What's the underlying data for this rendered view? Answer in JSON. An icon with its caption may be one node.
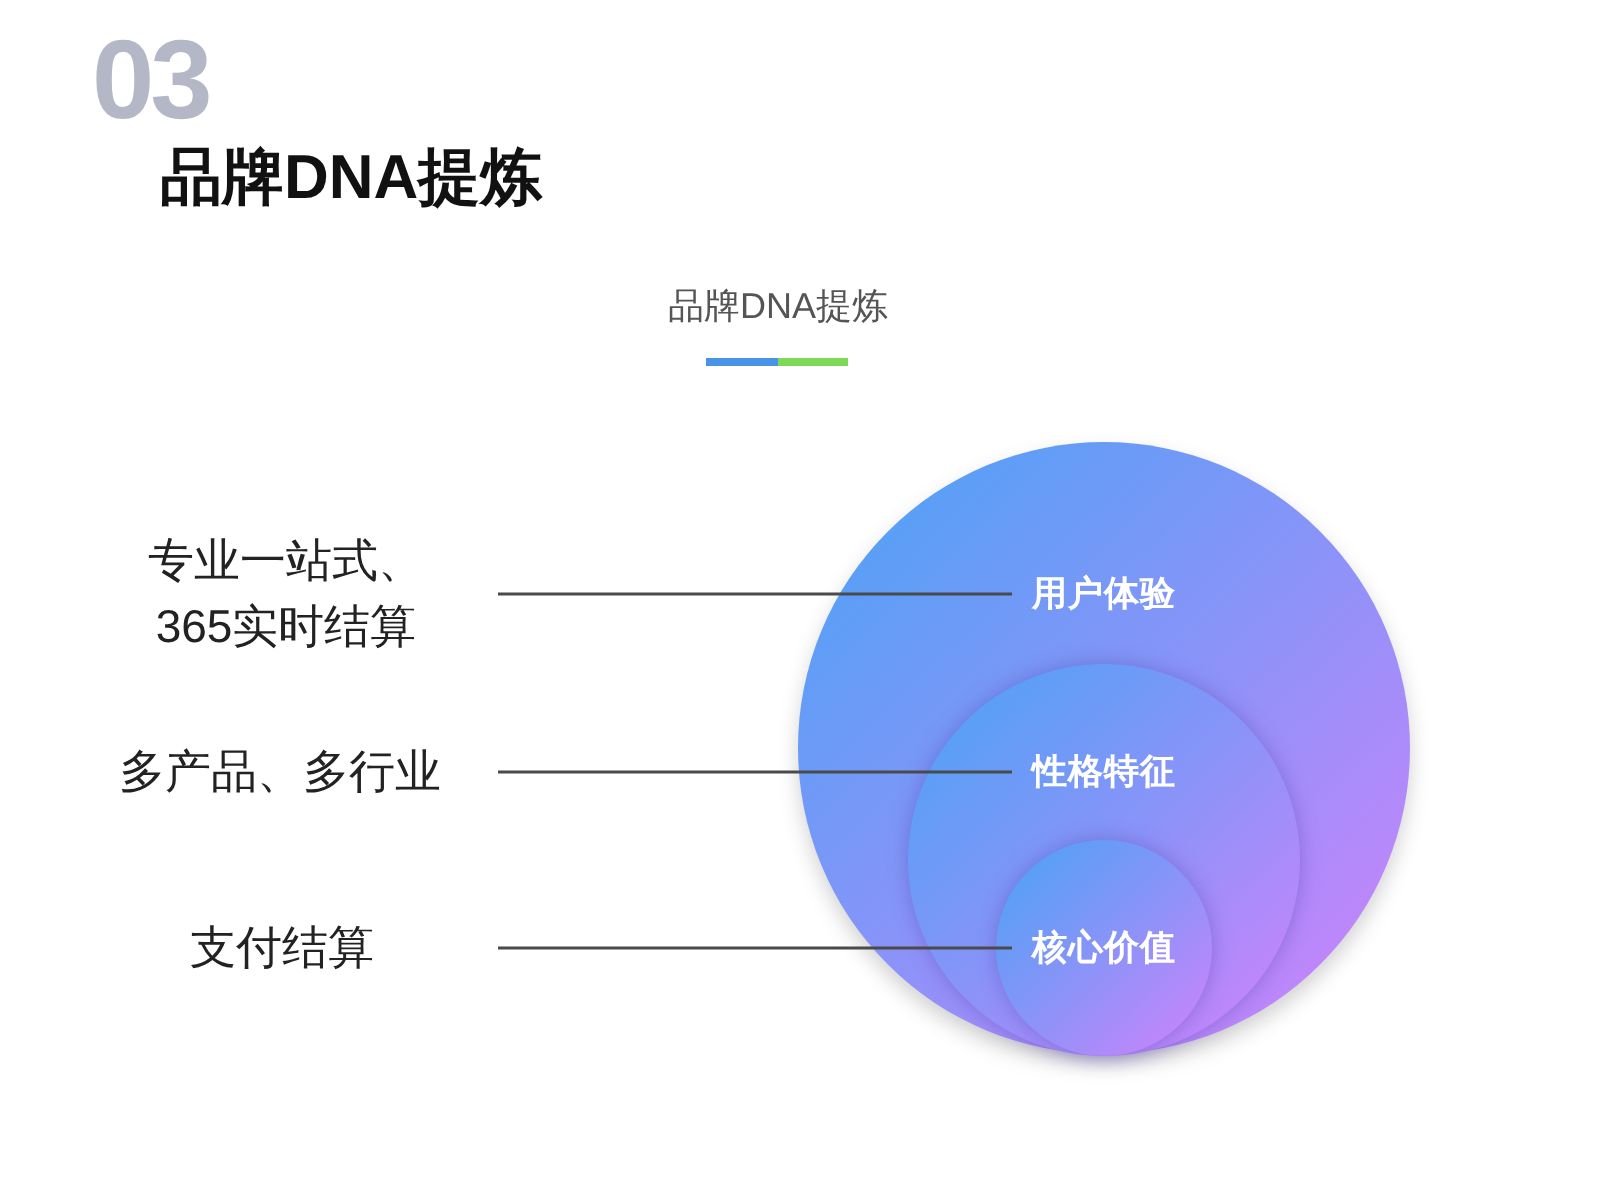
{
  "diagram": {
    "title": "品牌DNA提炼",
    "nodes": [
      {
        "text": [
          "用户体验"
        ]
      },
      {
        "text": [
          "性格特征"
        ],
        "in": 0
      },
      {
        "text": [
          "核心价值"
        ],
        "in": 1
      },
      {
        "text": [
          "专业一站式、365实时结算"
        ]
      },
      {
        "text": [
          "多产品、多行业"
        ]
      },
      {
        "text": [
          "支付结算"
        ]
      }
    ],
    "edges": [
      {
        "from": 3,
        "to": 0,
        "arrow": "none"
      },
      {
        "from": 4,
        "to": 1,
        "arrow": "none"
      },
      {
        "from": 5,
        "to": 2,
        "arrow": "none"
      }
    ],
    "labels": [
      "03",
      "品牌DNA提炼"
    ]
  }
}
